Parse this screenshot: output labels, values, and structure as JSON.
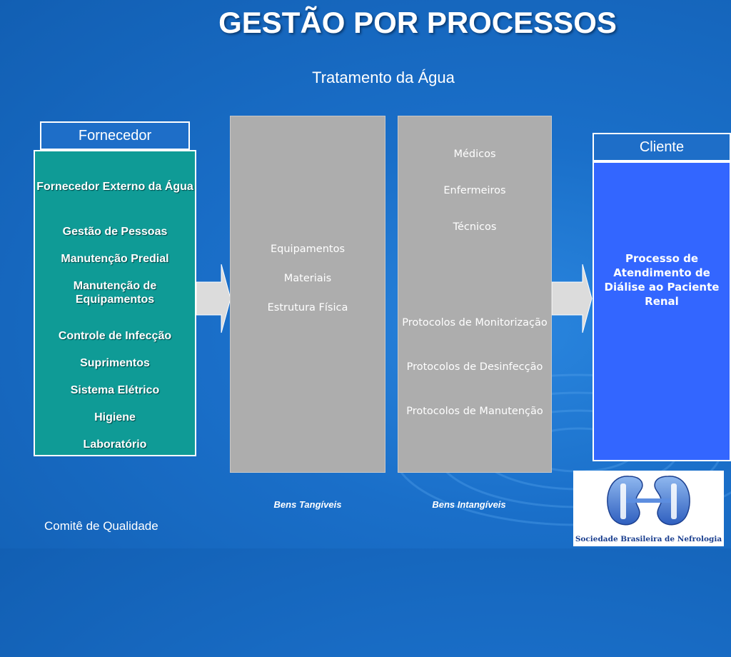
{
  "title": "GESTÃO POR PROCESSOS",
  "subtitle": "Tratamento da Água",
  "fornecedor_label": "Fornecedor",
  "cliente_label": "Cliente",
  "suppliers": [
    "Fornecedor Externo da Água",
    "Gestão de Pessoas",
    "Manutenção Predial",
    "Manutenção de Equipamentos",
    "Controle de Infecção",
    "Suprimentos",
    "Sistema Elétrico",
    "Higiene",
    "Laboratório"
  ],
  "tangible": [
    "Equipamentos",
    "Materiais",
    "Estrutura Física"
  ],
  "intangible_people": [
    "Médicos",
    "Enfermeiros",
    "Técnicos"
  ],
  "intangible_protocols": [
    "Protocolos de Monitorização",
    "Protocolos de Desinfecção",
    "Protocolos de Manutenção"
  ],
  "client_process": "Processo de Atendimento de Diálise ao Paciente Renal",
  "bens_tangiveis": "Bens Tangíveis",
  "bens_intangiveis": "Bens Intangíveis",
  "footer": "Comitê de Qualidade",
  "logo_text": "Sociedade Brasileira de Nefrologia",
  "colors": {
    "background": "#1a6fc9",
    "supplier_box": "#0f9b96",
    "gray_box": "#adadad",
    "client_box": "#3366ff"
  }
}
